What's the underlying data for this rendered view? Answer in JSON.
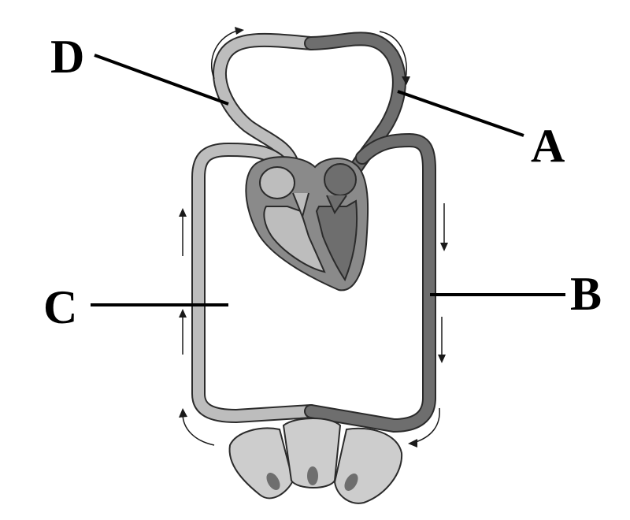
{
  "labels": {
    "a": "A",
    "b": "B",
    "c": "C",
    "d": "D"
  },
  "colors": {
    "deoxygenated": "#bdbdbd",
    "oxygenated": "#6e6e6e",
    "outline": "#2b2b2b",
    "cell": "#cdcdcd",
    "nucleus": "#6e6e6e",
    "background": "#ffffff"
  }
}
